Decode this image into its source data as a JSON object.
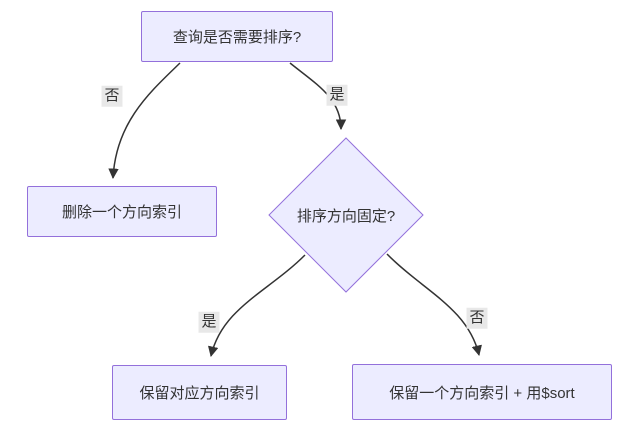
{
  "diagram": {
    "type": "flowchart",
    "background": "#ffffff"
  },
  "theme": {
    "node_fill": "#ECECFF",
    "node_border": "#9370DB",
    "text_color": "#333333",
    "edge_color": "#333333",
    "edge_label_bg": "#e8e8e8"
  },
  "nodes": {
    "start": {
      "label": "查询是否需要排序?",
      "shape": "rect"
    },
    "delete_index": {
      "label": "删除一个方向索引",
      "shape": "rect"
    },
    "decision": {
      "label": "排序方向固定?",
      "shape": "diamond"
    },
    "keep_matching": {
      "label": "保留对应方向索引",
      "shape": "rect"
    },
    "keep_one_sort": {
      "label": "保留一个方向索引 + 用$sort",
      "shape": "rect"
    }
  },
  "edges": {
    "start_no": {
      "label": "否",
      "from": "start",
      "to": "delete_index"
    },
    "start_yes": {
      "label": "是",
      "from": "start",
      "to": "decision"
    },
    "decision_yes": {
      "label": "是",
      "from": "decision",
      "to": "keep_matching"
    },
    "decision_no": {
      "label": "否",
      "from": "decision",
      "to": "keep_one_sort"
    }
  }
}
